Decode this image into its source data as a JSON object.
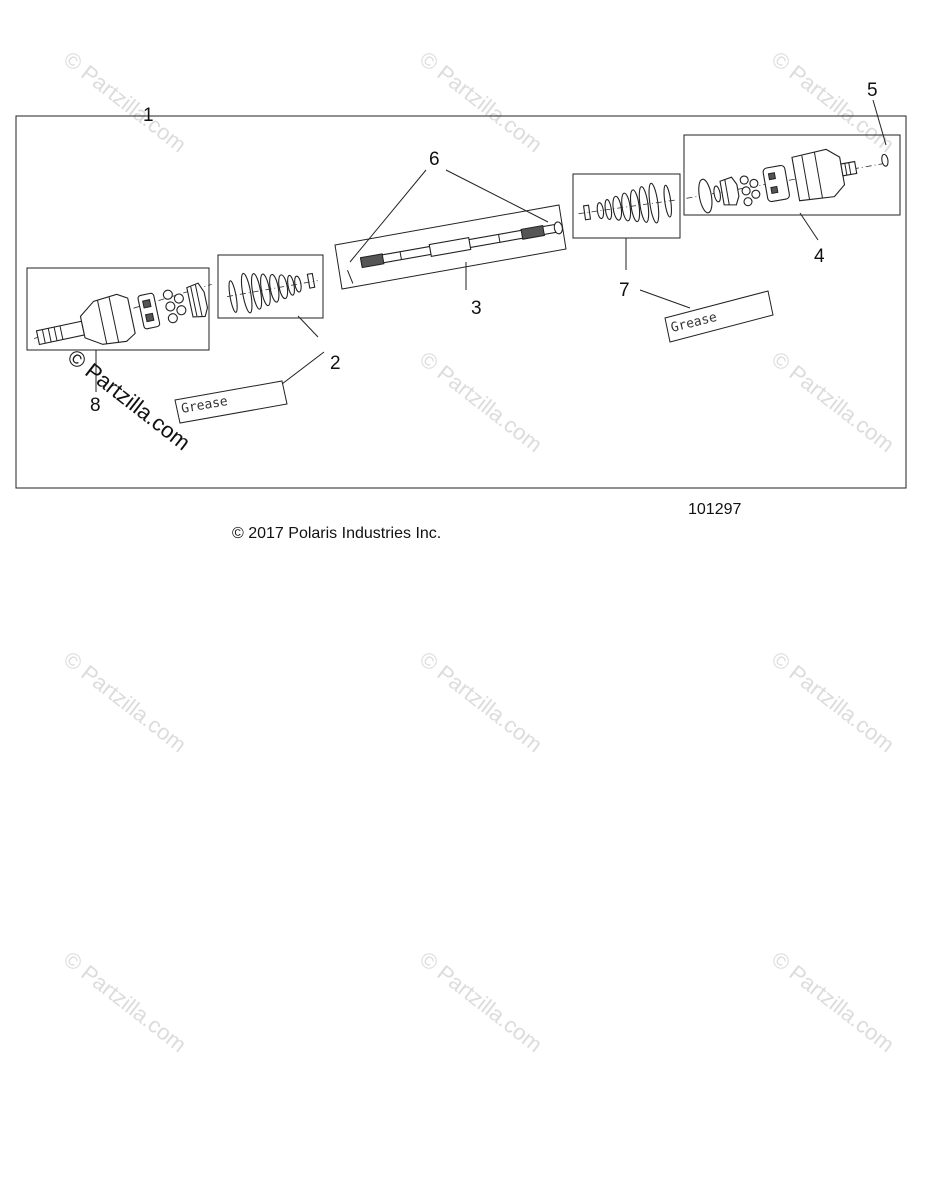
{
  "watermark": {
    "text": "© Partzilla.com"
  },
  "callouts": {
    "c1": "1",
    "c2": "2",
    "c3": "3",
    "c4": "4",
    "c5": "5",
    "c6": "6",
    "c7": "7",
    "c8": "8"
  },
  "grease_labels": {
    "left": "Grease",
    "right": "Grease"
  },
  "figure_number": "101297",
  "copyright": "© 2017 Polaris Industries Inc."
}
